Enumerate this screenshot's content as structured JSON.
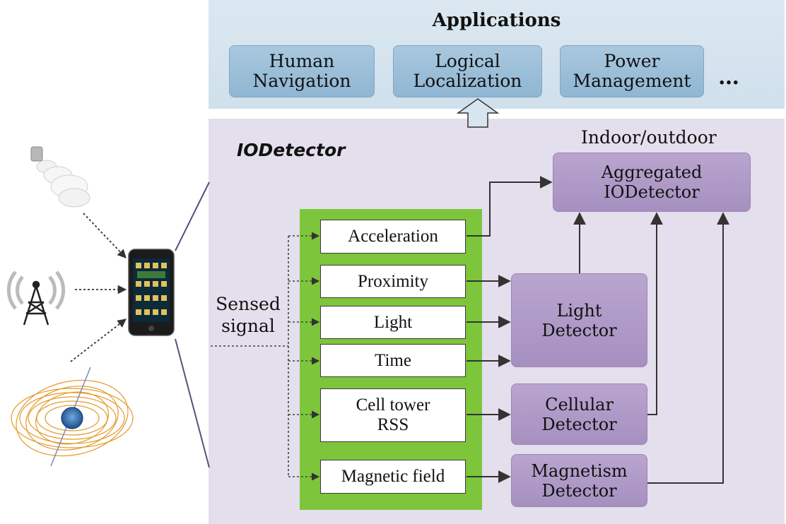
{
  "applications": {
    "title": "Applications",
    "items": [
      {
        "line1": "Human",
        "line2": "Navigation"
      },
      {
        "line1": "Logical",
        "line2": "Localization"
      },
      {
        "line1": "Power",
        "line2": "Management"
      }
    ],
    "ellipsis": "…"
  },
  "iodetector": {
    "title": "IODetector",
    "output_label": "Indoor/outdoor",
    "sensed_signal": {
      "line1": "Sensed",
      "line2": "signal"
    },
    "sensors": [
      {
        "line1": "Acceleration",
        "line2": ""
      },
      {
        "line1": "Proximity",
        "line2": ""
      },
      {
        "line1": "Light",
        "line2": ""
      },
      {
        "line1": "Time",
        "line2": ""
      },
      {
        "line1": "Cell tower",
        "line2": "RSS"
      },
      {
        "line1": "Magnetic field",
        "line2": ""
      }
    ],
    "detectors": {
      "aggregated": {
        "line1": "Aggregated",
        "line2": "IODetector"
      },
      "light": {
        "line1": "Light",
        "line2": "Detector"
      },
      "cellular": {
        "line1": "Cellular",
        "line2": "Detector"
      },
      "magnetism": {
        "line1": "Magnetism",
        "line2": "Detector"
      }
    }
  },
  "colors": {
    "applications_bg": "#d7e5ef",
    "app_box": "#9dc0da",
    "iodetector_bg": "#e4dfec",
    "detector_box": "#b09bc8",
    "sensor_column": "#7dc63b",
    "connector_line": "#5e4d7c"
  }
}
